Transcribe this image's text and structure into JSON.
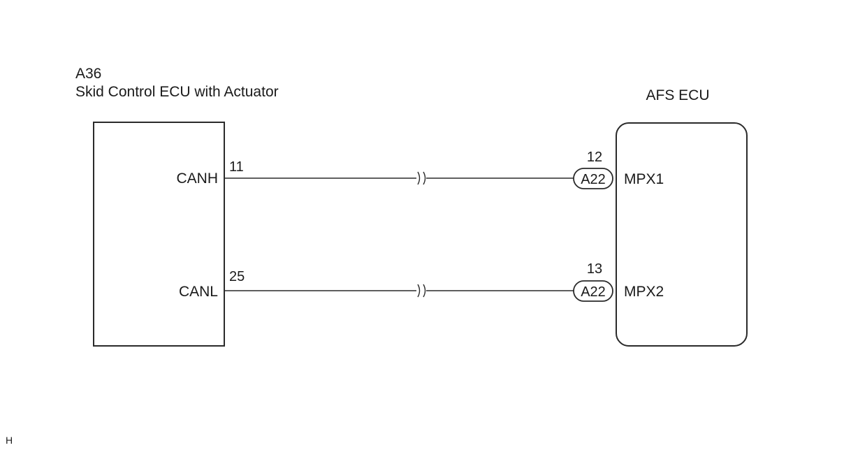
{
  "left_ecu": {
    "code": "A36",
    "name": "Skid Control ECU with Actuator",
    "pins": [
      {
        "signal": "CANH",
        "pin": "11"
      },
      {
        "signal": "CANL",
        "pin": "25"
      }
    ]
  },
  "right_ecu": {
    "name": "AFS ECU",
    "pins": [
      {
        "connector": "A22",
        "pin": "12",
        "signal": "MPX1"
      },
      {
        "connector": "A22",
        "pin": "13",
        "signal": "MPX2"
      }
    ]
  },
  "footer_mark": "H",
  "colors": {
    "line": "#2a2a2a",
    "text": "#1a1a1a",
    "background": "#ffffff"
  }
}
